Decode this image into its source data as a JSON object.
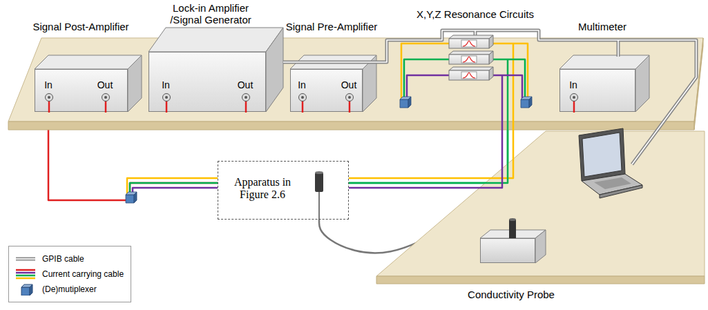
{
  "diagram": {
    "nodes": [
      {
        "text": [
          "Signal Post-Amplifier",
          "In",
          "Out"
        ]
      },
      {
        "text": [
          "Lock-in Amplifier /Signal Generator",
          "In",
          "Out"
        ]
      },
      {
        "text": [
          "Signal Pre-Amplifier",
          "In",
          "Out"
        ]
      },
      {
        "text": [
          "X,Y,Z Resonance Circuits"
        ]
      },
      {
        "text": [
          "Multimeter",
          "In"
        ]
      },
      {
        "text": [
          "Apparatus in Figure 2.6"
        ]
      },
      {
        "text": [
          "Conductivity Probe"
        ]
      }
    ],
    "edges": [
      {
        "from": 0,
        "to": 1,
        "arrow": "none"
      },
      {
        "from": 1,
        "to": 2,
        "arrow": "none"
      },
      {
        "from": 2,
        "to": 3,
        "arrow": "none"
      },
      {
        "from": 3,
        "to": 4,
        "arrow": "none"
      },
      {
        "from": 3,
        "to": 5,
        "arrow": "none"
      },
      {
        "from": 5,
        "to": 0,
        "arrow": "none"
      },
      {
        "from": 5,
        "to": 6,
        "arrow": "none"
      }
    ],
    "legend": [
      {
        "text": "GPIB cable"
      },
      {
        "text": "Current carrying cable"
      },
      {
        "text": "(De)mutiplexer"
      }
    ]
  }
}
